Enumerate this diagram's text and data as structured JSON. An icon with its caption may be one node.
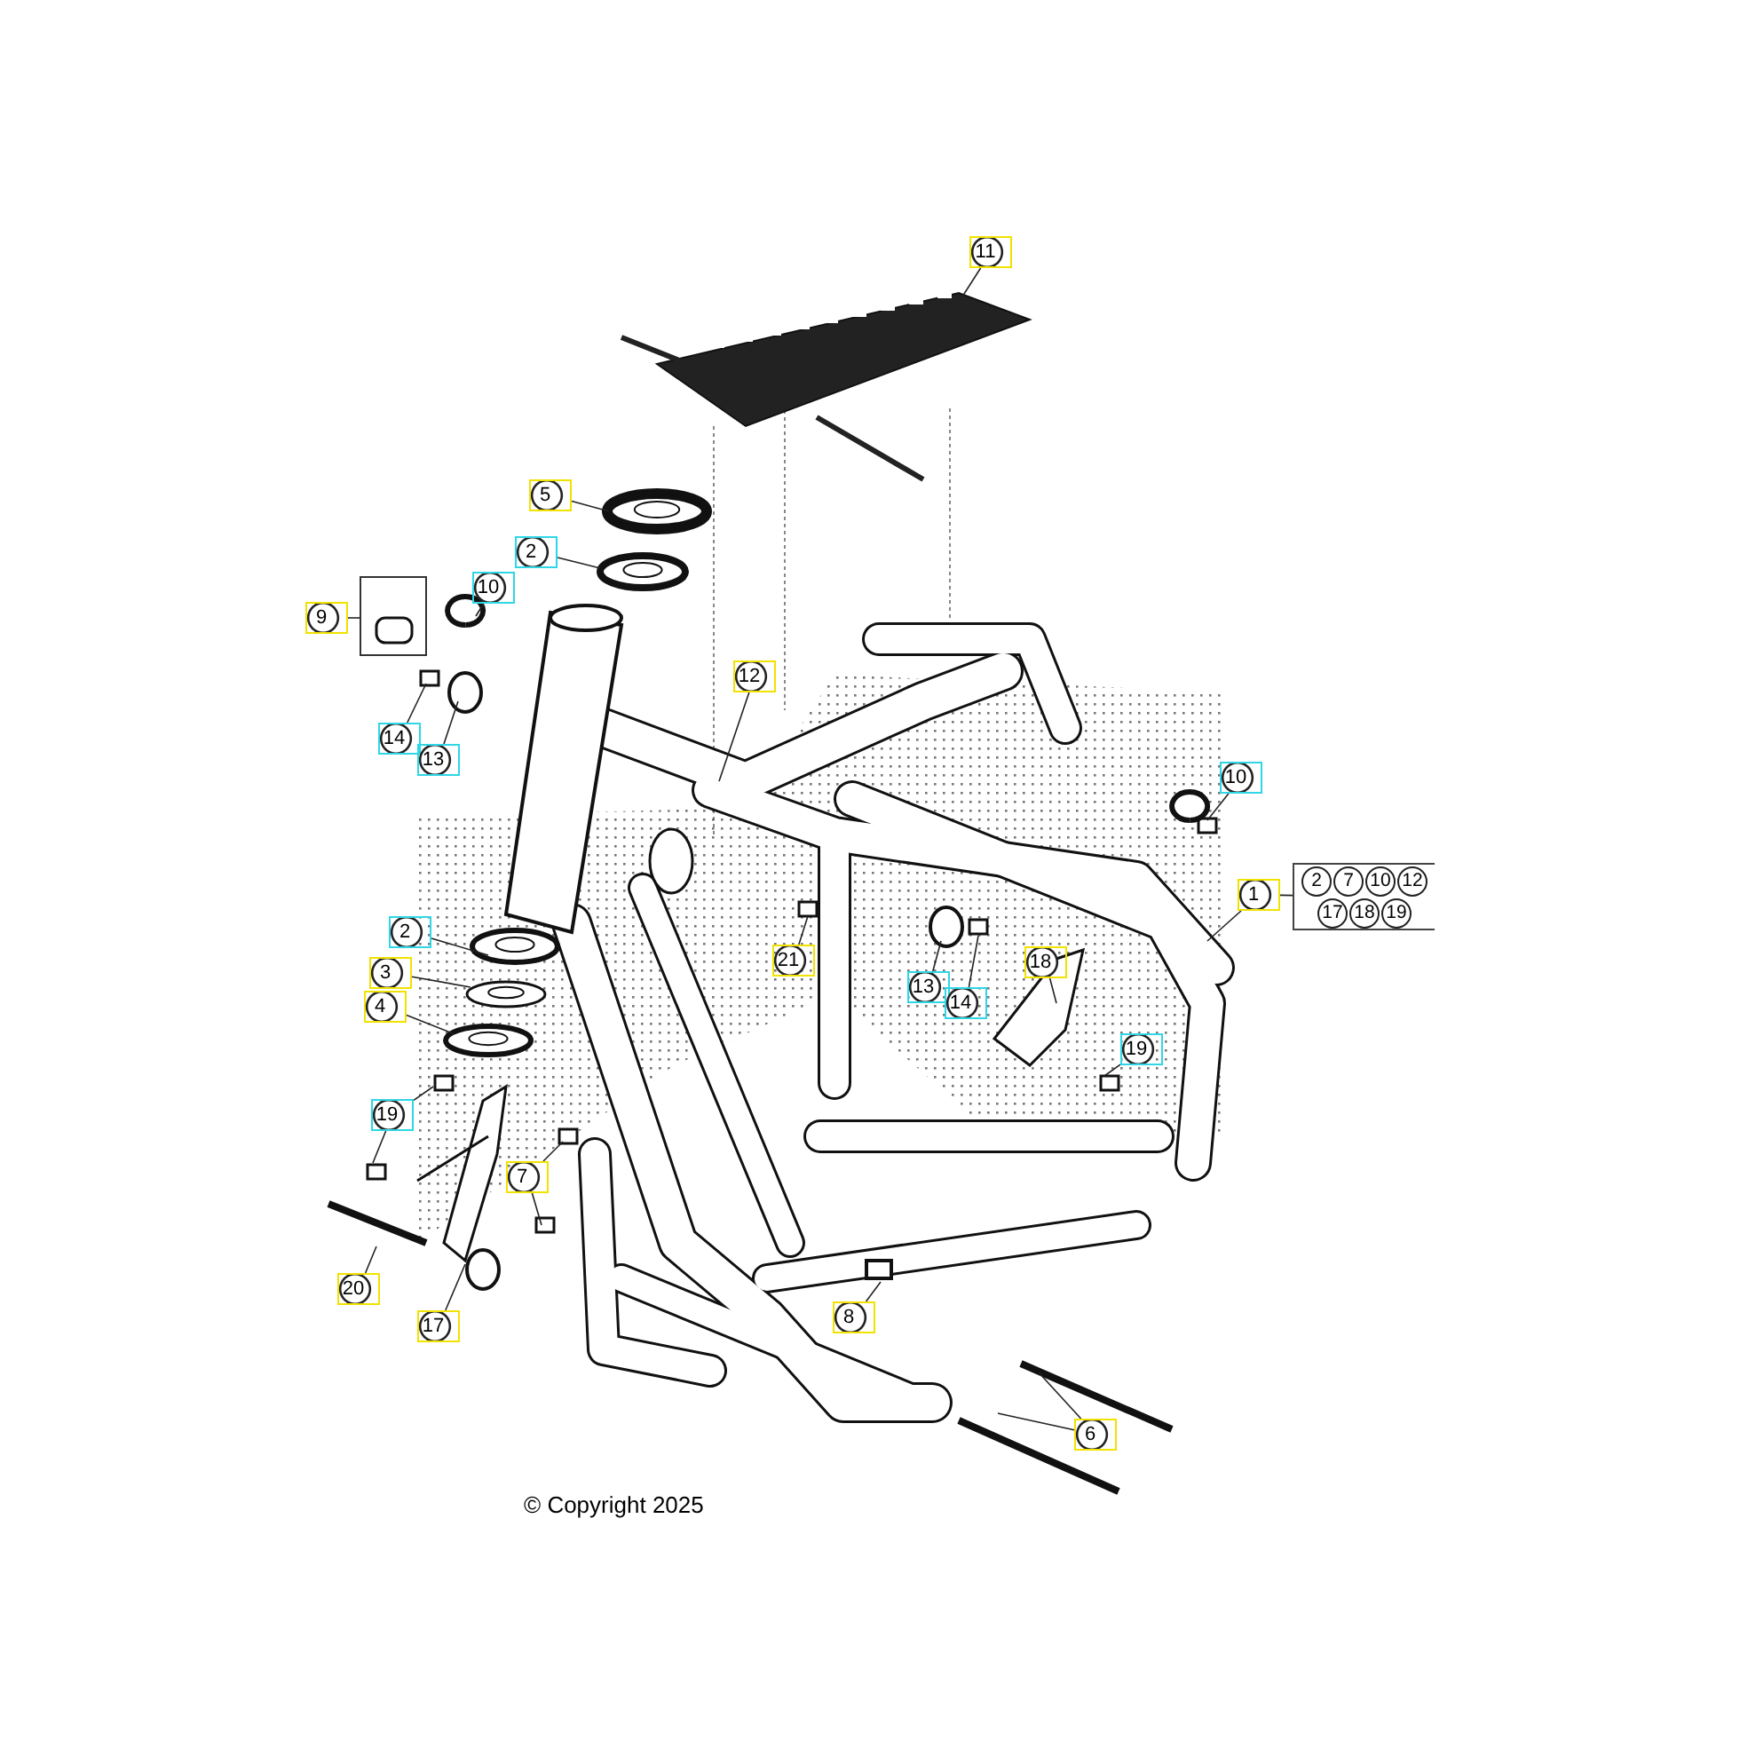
{
  "diagram": {
    "nodes": [
      {
        "text": [
          "11"
        ]
      },
      {
        "text": [
          "5"
        ]
      },
      {
        "text": [
          "2"
        ]
      },
      {
        "text": [
          "10"
        ]
      },
      {
        "text": [
          "9"
        ]
      },
      {
        "text": [
          "12"
        ]
      },
      {
        "text": [
          "14"
        ]
      },
      {
        "text": [
          "13"
        ]
      },
      {
        "text": [
          "10"
        ]
      },
      {
        "text": [
          "1"
        ]
      },
      {
        "text": [
          "2",
          "7",
          "10",
          "12",
          "17",
          "18",
          "19"
        ]
      },
      {
        "text": [
          "2"
        ]
      },
      {
        "text": [
          "21"
        ]
      },
      {
        "text": [
          "18"
        ]
      },
      {
        "text": [
          "3"
        ]
      },
      {
        "text": [
          "13"
        ]
      },
      {
        "text": [
          "14"
        ]
      },
      {
        "text": [
          "4"
        ]
      },
      {
        "text": [
          "19"
        ]
      },
      {
        "text": [
          "19"
        ]
      },
      {
        "text": [
          "7"
        ]
      },
      {
        "text": [
          "20"
        ]
      },
      {
        "text": [
          "8"
        ]
      },
      {
        "text": [
          "17"
        ]
      },
      {
        "text": [
          "6"
        ]
      }
    ],
    "edges": [
      {
        "from": 0,
        "to": null,
        "arrow": "none"
      },
      {
        "from": 1,
        "to": null,
        "arrow": "none"
      },
      {
        "from": 2,
        "to": null,
        "arrow": "none"
      },
      {
        "from": 3,
        "to": null,
        "arrow": "none"
      },
      {
        "from": 4,
        "to": null,
        "arrow": "none"
      },
      {
        "from": 5,
        "to": null,
        "arrow": "none"
      },
      {
        "from": 6,
        "to": null,
        "arrow": "none"
      },
      {
        "from": 7,
        "to": null,
        "arrow": "none"
      },
      {
        "from": 8,
        "to": null,
        "arrow": "none"
      },
      {
        "from": 9,
        "to": null,
        "arrow": "none"
      },
      {
        "from": 9,
        "to": 10,
        "arrow": "none"
      },
      {
        "from": 11,
        "to": null,
        "arrow": "none"
      },
      {
        "from": 12,
        "to": null,
        "arrow": "none"
      },
      {
        "from": 13,
        "to": null,
        "arrow": "none"
      },
      {
        "from": 14,
        "to": null,
        "arrow": "none"
      },
      {
        "from": 15,
        "to": null,
        "arrow": "none"
      },
      {
        "from": 16,
        "to": null,
        "arrow": "none"
      },
      {
        "from": 17,
        "to": null,
        "arrow": "none"
      },
      {
        "from": 18,
        "to": null,
        "arrow": "none"
      },
      {
        "from": 19,
        "to": null,
        "arrow": "none"
      },
      {
        "from": 19,
        "to": null,
        "arrow": "none"
      },
      {
        "from": 20,
        "to": null,
        "arrow": "none"
      },
      {
        "from": 20,
        "to": null,
        "arrow": "none"
      },
      {
        "from": 21,
        "to": null,
        "arrow": "none"
      },
      {
        "from": 22,
        "to": null,
        "arrow": "none"
      },
      {
        "from": 23,
        "to": null,
        "arrow": "none"
      },
      {
        "from": 24,
        "to": null,
        "arrow": "none"
      },
      {
        "from": 24,
        "to": null,
        "arrow": "none"
      }
    ],
    "labels": [
      "© Copyright 2025"
    ]
  }
}
